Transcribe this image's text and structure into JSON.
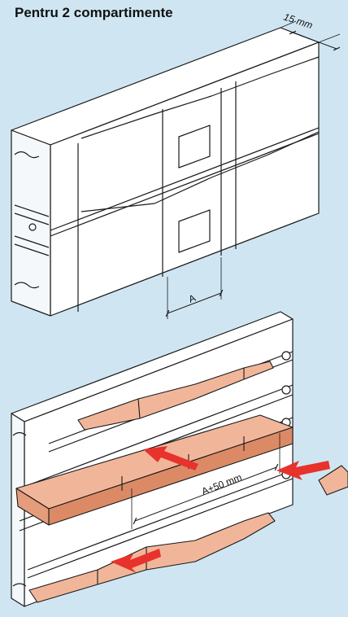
{
  "title": "Pentru 2 compartimente",
  "dimensions": {
    "width_label": "15 mm",
    "a_label": "A",
    "a_plus_label": "A+50 mm"
  },
  "colors": {
    "background": "#cfe6f2",
    "outline": "#1a1a1a",
    "body": "#ffffff",
    "cover": "#f1b69a",
    "cover_dark": "#dc8a66",
    "arrow": "#e8322c"
  }
}
